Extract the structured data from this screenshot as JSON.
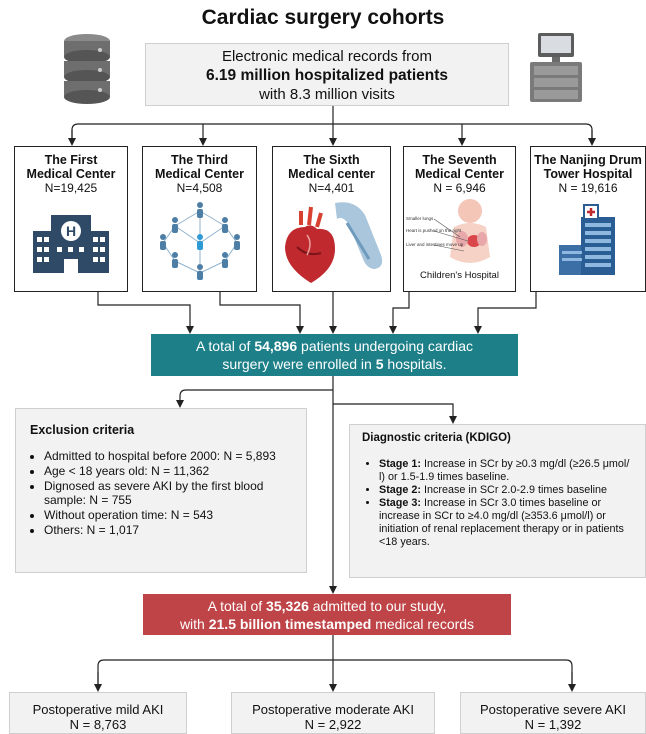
{
  "title": "Cardiac surgery cohorts",
  "ehr": {
    "line1": "Electronic medical records from",
    "line2": "6.19 million hospitalized patients",
    "line3": "with 8.3 million visits"
  },
  "centers": [
    {
      "name1": "The First",
      "name2": "Medical Center",
      "n": "N=19,425",
      "icon": "hospital-icon",
      "caption": ""
    },
    {
      "name1": "The Third",
      "name2": "Medical Center",
      "n": "N=4,508",
      "icon": "people-network-icon",
      "caption": ""
    },
    {
      "name1": "The Sixth",
      "name2": "Medical center",
      "n": "N=4,401",
      "icon": "heart-icon",
      "caption": ""
    },
    {
      "name1": "The Seventh",
      "name2": "Medical Center",
      "n": "N = 6,946",
      "icon": "child-icon",
      "caption": "Children's Hospital"
    },
    {
      "name1": "The Nanjing Drum",
      "name2": "Tower Hospital",
      "n": "N = 19,616",
      "icon": "hospital-tower-icon",
      "caption": ""
    }
  ],
  "child_labels": [
    "Smaller lungs",
    "Heart is pushed on the right",
    "Liver and intestines move up"
  ],
  "enrolled": {
    "pre": "A total of ",
    "count": "54,896",
    "mid": " patients undergoing cardiac",
    "line2_pre": "surgery were enrolled in ",
    "hospitals": "5",
    "line2_post": " hospitals."
  },
  "exclusion": {
    "header": "Exclusion criteria",
    "items": [
      "Admitted to hospital before 2000: N = 5,893",
      "Age < 18 years old: N = 11,362",
      "Dignosed as severe AKI by the first blood sample: N = 755",
      "Without operation time: N = 543",
      "Others: N =  1,017"
    ]
  },
  "diagnostic": {
    "header": "Diagnostic criteria (KDIGO)",
    "items": [
      {
        "stage": "Stage 1:",
        "text": " Increase in SCr by ≥0.3 mg/dl (≥26.5 μmol/  l) or 1.5-1.9 times baseline."
      },
      {
        "stage": "Stage 2:",
        "text": " Increase in SCr 2.0-2.9 times baseline"
      },
      {
        "stage": "Stage 3:",
        "text": " Increase in SCr 3.0 times baseline or increase in SCr to ≥4.0 mg/dl (≥353.6 μmol/l) or initiation of renal replacement therapy or in patients <18 years."
      }
    ]
  },
  "admitted": {
    "pre": "A total of ",
    "count": "35,326",
    "post": " admitted to our study,",
    "line2_pre": "with ",
    "records": "21.5 billion timestamped",
    "line2_post": " medical records"
  },
  "outcomes": [
    {
      "label": "Postoperative  mild AKI",
      "n": "N = 8,763"
    },
    {
      "label": "Postoperative moderate AKI",
      "n": "N = 2,922"
    },
    {
      "label": "Postoperative severe AKI",
      "n": "N = 1,392"
    }
  ],
  "colors": {
    "teal": "#1d7f88",
    "red": "#bf4447",
    "icon_navy": "#2e4a67",
    "people_blue": "#4d7fa6",
    "box_gray": "#f2f2f2"
  }
}
